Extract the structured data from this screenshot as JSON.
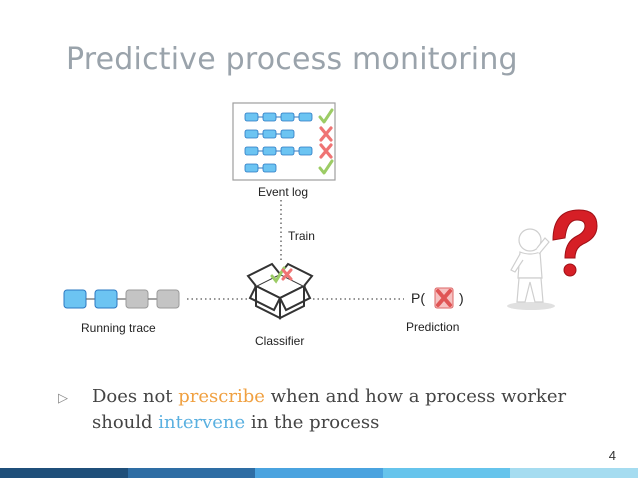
{
  "slide": {
    "title": "Predictive process monitoring",
    "page_number": "4",
    "accent_colors": [
      "#1f4f7a",
      "#2e6da4",
      "#4aa3df",
      "#66c4ec",
      "#a5dcf0"
    ]
  },
  "diagram": {
    "event_log_label": "Event log",
    "train_label": "Train",
    "running_trace_label": "Running trace",
    "classifier_label": "Classifier",
    "prediction_label": "Prediction",
    "prediction_prefix": "P(",
    "prediction_suffix": ")",
    "event_log_rows": [
      {
        "boxes": 4,
        "outcome": "check"
      },
      {
        "boxes": 3,
        "outcome": "cross"
      },
      {
        "boxes": 4,
        "outcome": "cross"
      },
      {
        "boxes": 2,
        "outcome": "check"
      }
    ],
    "running_trace_boxes": [
      {
        "state": "done",
        "color": "#6cc4f2"
      },
      {
        "state": "done",
        "color": "#6cc4f2"
      },
      {
        "state": "pending",
        "color": "#c4c4c4"
      },
      {
        "state": "pending",
        "color": "#c4c4c4"
      }
    ],
    "icons": [
      "check-icon",
      "cross-icon",
      "open-box-icon",
      "question-person-icon"
    ]
  },
  "bullet": {
    "marker": "▷",
    "part1": "Does not ",
    "kw1": "prescribe",
    "part2": " when and how a process worker should ",
    "kw2": "intervene",
    "part3": " in the process"
  }
}
